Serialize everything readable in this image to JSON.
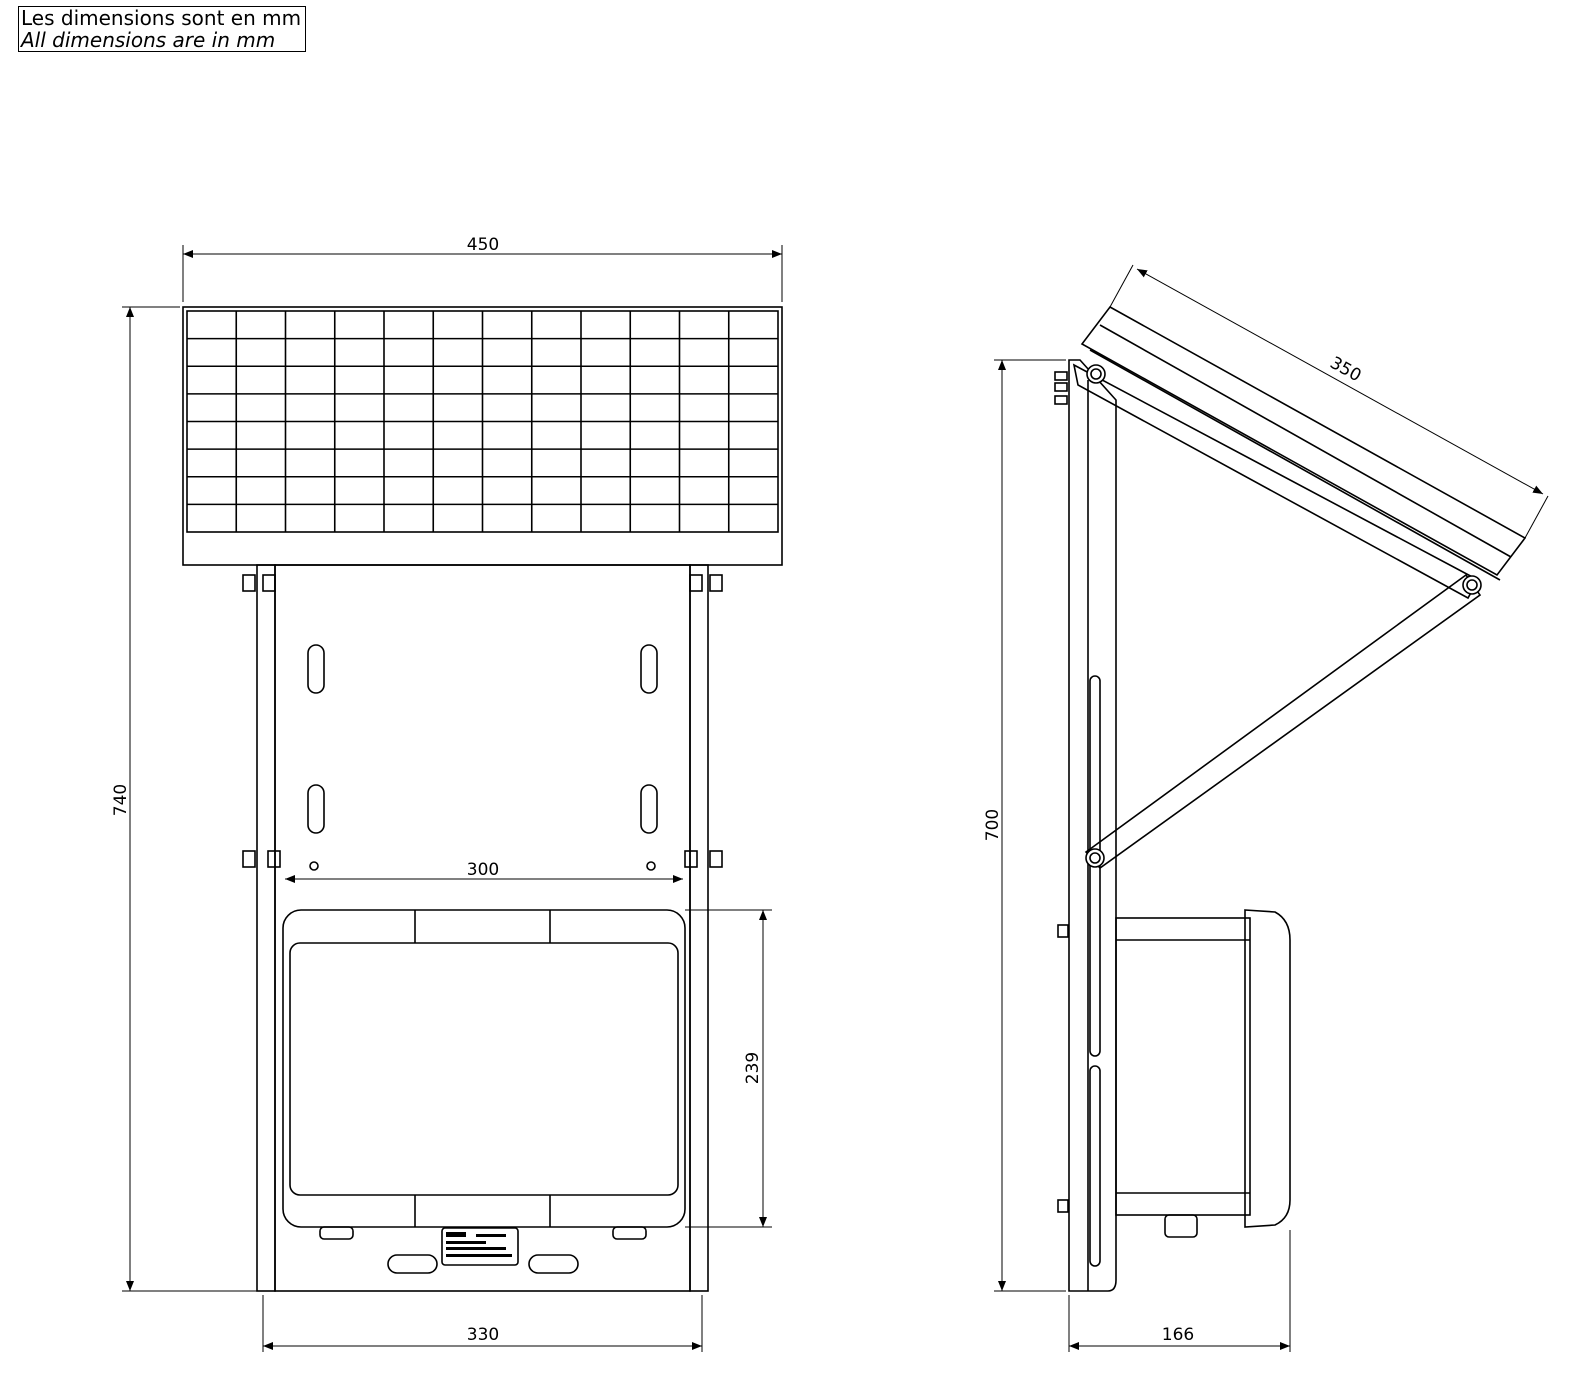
{
  "note": {
    "line_fr": "Les dimensions sont en mm",
    "line_en": "All dimensions are in mm"
  },
  "front_view": {
    "width_panel": "450",
    "height_total": "740",
    "mount_spacing": "300",
    "box_height": "239",
    "width_base": "330"
  },
  "side_view": {
    "panel_length": "350",
    "height": "700",
    "depth": "166"
  },
  "panel_grid": {
    "columns": 12,
    "rows": 8
  }
}
